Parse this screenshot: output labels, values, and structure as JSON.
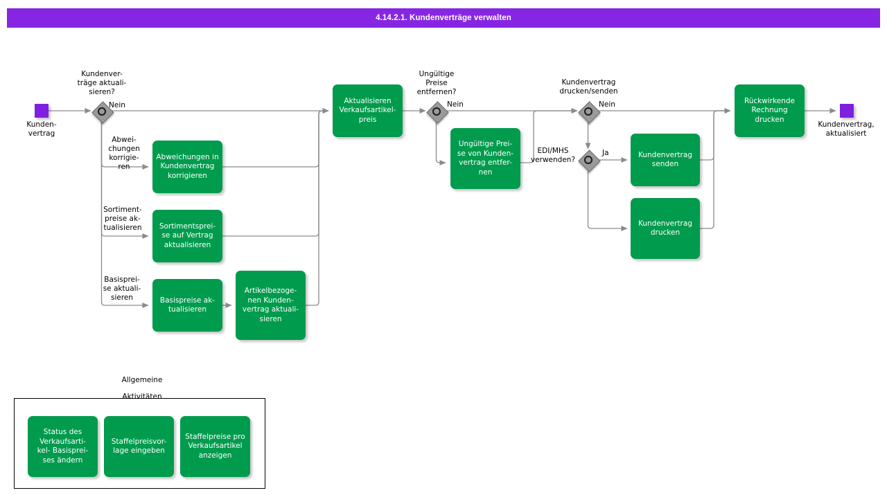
{
  "header": {
    "title": "4.14.2.1. Kundenverträge verwalten",
    "bar_color": "#8626e3",
    "text_color": "#ffffff"
  },
  "colors": {
    "task_fill": "#009b4d",
    "task_text": "#ffffff",
    "event_fill": "#7f20e0",
    "gateway_fill": "#9a9a9a",
    "edge": "#808080",
    "frame": "#000000",
    "canvas": "#ffffff"
  },
  "diagram": {
    "type": "bpmn-process-flow",
    "events": [
      {
        "id": "start",
        "name": "start-event",
        "label": "Kunden-\nvertrag",
        "label_pos": "below"
      },
      {
        "id": "end",
        "name": "end-event",
        "label": "Kundenvertrag,\naktualisiert",
        "label_pos": "below"
      }
    ],
    "gateways": [
      {
        "id": "gw1",
        "name": "gateway-kundenvertraege-aktualisieren",
        "label": "Kundenver-\nträge aktuali-\nsieren?"
      },
      {
        "id": "gw2",
        "name": "gateway-ungueltige-preise-entfernen",
        "label": "Ungültige\nPreise\nentfernen?"
      },
      {
        "id": "gw3",
        "name": "gateway-kundenvertrag-drucken-senden",
        "label": "Kundenvertrag\ndrucken/senden"
      },
      {
        "id": "gw4",
        "name": "gateway-edi-mhs-verwenden",
        "label": "EDI/MHS\nverwenden?"
      }
    ],
    "tasks": [
      {
        "id": "t1",
        "name": "task-abweichungen-korrigieren",
        "label": "Abweichungen in\nKundenvertrag\nkorrigieren"
      },
      {
        "id": "t2",
        "name": "task-sortimentspreise-aktualisieren",
        "label": "Sortimentsprei-\nse auf Vertrag\naktualisieren"
      },
      {
        "id": "t3",
        "name": "task-basispreise-aktualisieren",
        "label": "Basispreise ak-\ntualisieren"
      },
      {
        "id": "t4",
        "name": "task-artikelbezogenen-kundenvertrag-aktualisieren",
        "label": "Artikelbezoge-\nnen Kunden-\nvertrag aktuali-\nsieren"
      },
      {
        "id": "t5",
        "name": "task-aktualisieren-verkaufsartikelpreis",
        "label": "Aktualisieren\nVerkaufsartikel-\npreis"
      },
      {
        "id": "t6",
        "name": "task-ungueltige-preise-entfernen",
        "label": "Ungültige Prei-\nse von Kunden-\nvertrag entfer-\nnen"
      },
      {
        "id": "t7",
        "name": "task-kundenvertrag-senden",
        "label": "Kundenvertrag\nsenden"
      },
      {
        "id": "t8",
        "name": "task-kundenvertrag-drucken",
        "label": "Kundenvertrag\ndrucken"
      },
      {
        "id": "t9",
        "name": "task-rueckwirkende-rechnung-drucken",
        "label": "Rückwirkende\nRechnung\ndrucken"
      }
    ],
    "edge_labels": [
      {
        "id": "e1",
        "name": "edge-label-nein-1",
        "text": "Nein"
      },
      {
        "id": "e2",
        "name": "edge-label-abweichungen-korrigieren",
        "text": "Abwei-\nchungen\nkorrigie-\nren"
      },
      {
        "id": "e3",
        "name": "edge-label-sortimentspreise-aktualisieren",
        "text": "Sortiment-\npreise  ak-\ntualisieren"
      },
      {
        "id": "e4",
        "name": "edge-label-basispreise-aktualisieren",
        "text": "Basisprei-\nse aktuali-\nsieren"
      },
      {
        "id": "e5",
        "name": "edge-label-nein-2",
        "text": "Nein"
      },
      {
        "id": "e6",
        "name": "edge-label-nein-3",
        "text": "Nein"
      },
      {
        "id": "e7",
        "name": "edge-label-ja",
        "text": "Ja"
      }
    ]
  },
  "group": {
    "name": "allgemeine-aktivitaeten-group",
    "title": "Allgemeine\nAktivitäten",
    "tasks": [
      {
        "id": "g1",
        "name": "task-status-basispreis-aendern",
        "label": "Status des\nVerkaufsarti-\nkel- Basisprei-\nses  ändern"
      },
      {
        "id": "g2",
        "name": "task-staffelpreisvorlage-eingeben",
        "label": "Staffelpreisvor-\nlage eingeben"
      },
      {
        "id": "g3",
        "name": "task-staffelpreise-pro-verkaufsartikel-anzeigen",
        "label": "Staffelpreise pro\nVerkaufsartikel\nanzeigen"
      }
    ]
  }
}
